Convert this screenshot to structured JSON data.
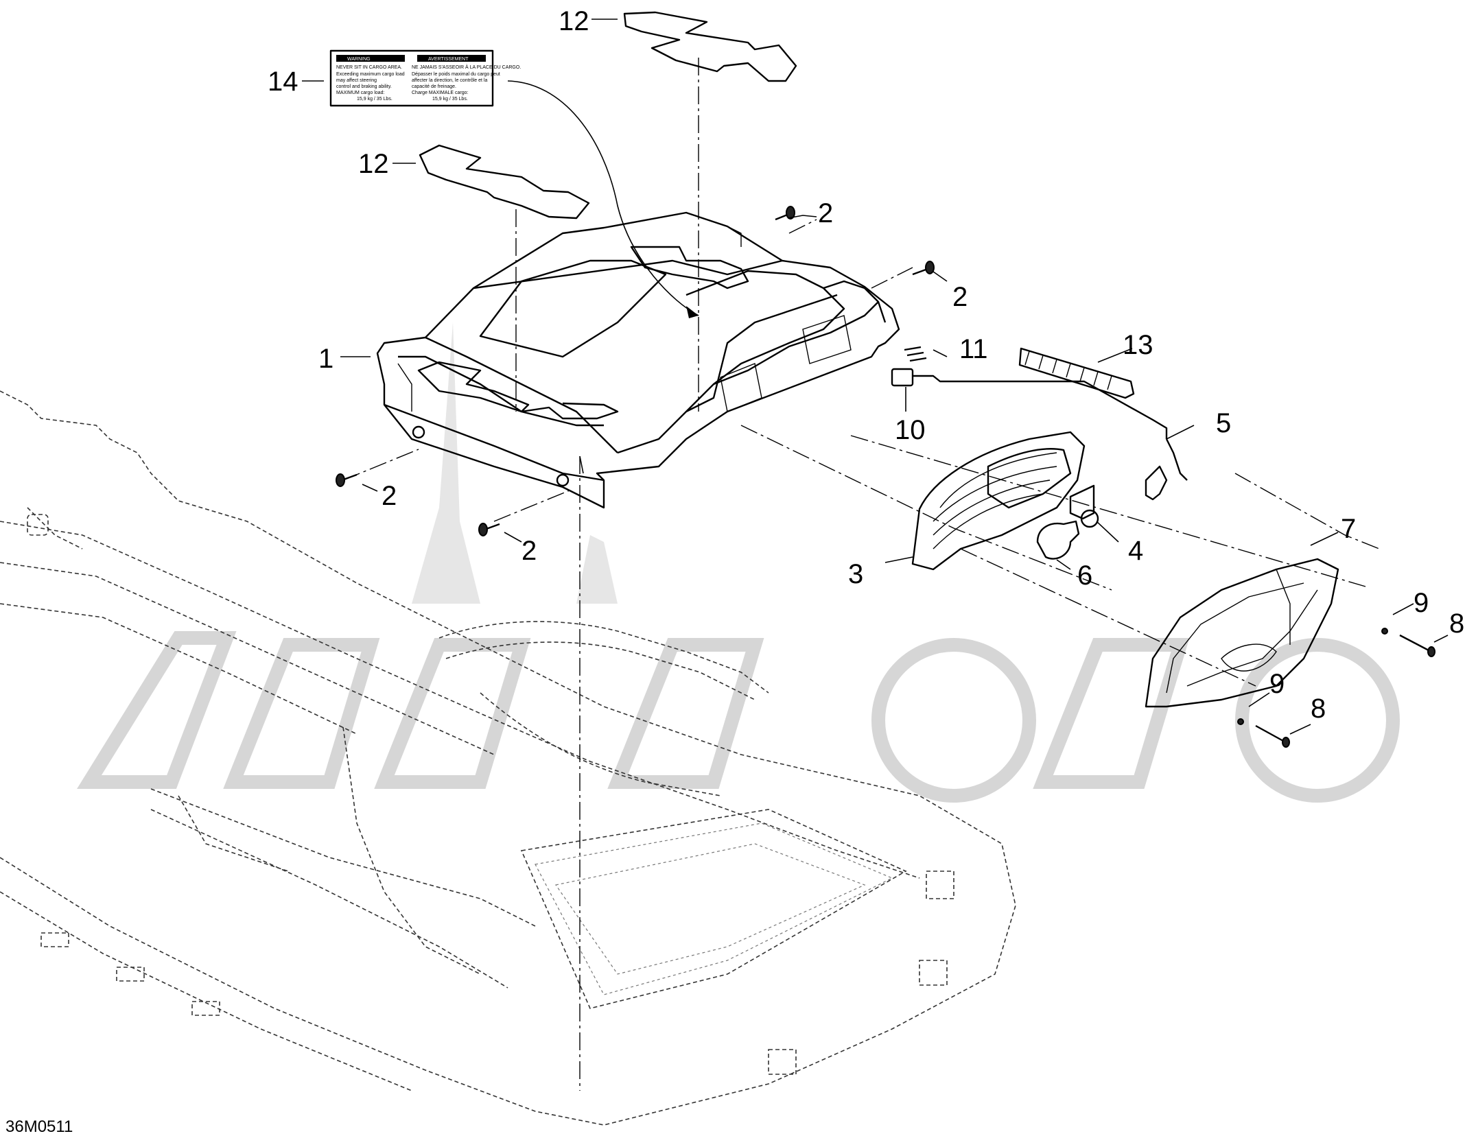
{
  "diagram_code": "36M0511",
  "warning_label": {
    "en_heading": "WARNING",
    "fr_heading": "AVERTISSEMENT",
    "en_lines": [
      "NEVER SIT IN CARGO AREA.",
      "Exceeding maximum cargo load",
      "may affect steering",
      "control and braking ability.",
      "MAXIMUM cargo load:",
      "15,9 kg / 35 Lbs."
    ],
    "fr_lines": [
      "NE JAMAIS S'ASSEOIR À LA PLACE DU CARGO.",
      "Dépasser le poids maximal du cargo peut",
      "affecter la direction, le contrôle et la",
      "capacité de freinage.",
      "Charge MAXIMALE cargo:",
      "15,9 kg / 35 Lbs."
    ]
  },
  "callouts": [
    {
      "id": "12a",
      "text": "12"
    },
    {
      "id": "14",
      "text": "14"
    },
    {
      "id": "12b",
      "text": "12"
    },
    {
      "id": "2a",
      "text": "2"
    },
    {
      "id": "2b",
      "text": "2"
    },
    {
      "id": "1",
      "text": "1"
    },
    {
      "id": "11",
      "text": "11"
    },
    {
      "id": "13",
      "text": "13"
    },
    {
      "id": "10",
      "text": "10"
    },
    {
      "id": "5",
      "text": "5"
    },
    {
      "id": "2c",
      "text": "2"
    },
    {
      "id": "2d",
      "text": "2"
    },
    {
      "id": "7",
      "text": "7"
    },
    {
      "id": "4",
      "text": "4"
    },
    {
      "id": "3",
      "text": "3"
    },
    {
      "id": "6",
      "text": "6"
    },
    {
      "id": "9a",
      "text": "9"
    },
    {
      "id": "8a",
      "text": "8"
    },
    {
      "id": "9b",
      "text": "9"
    },
    {
      "id": "8b",
      "text": "8"
    }
  ]
}
